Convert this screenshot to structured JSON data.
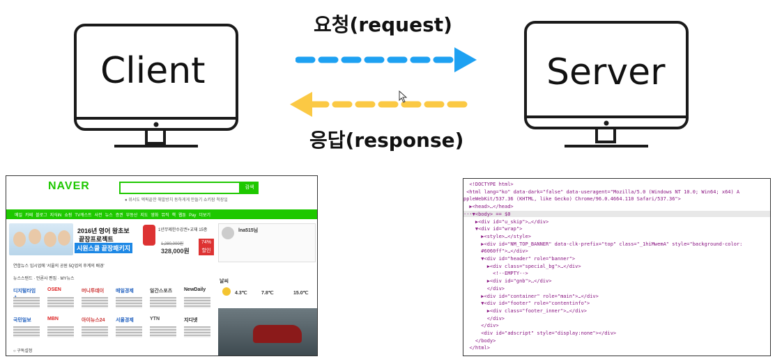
{
  "diagram": {
    "client_label": "Client",
    "server_label": "Server",
    "request_label": "요청(request)",
    "response_label": "응답(response)",
    "colors": {
      "request_arrow": "#1ea1f2",
      "response_arrow": "#fbc944",
      "monitor": "#1a1a1a"
    }
  },
  "naver": {
    "logo": "NAVER",
    "search_button": "검색",
    "suggest": "● 위서도 엑픽끝한 해발방치   동하게게 만들기   쇼키잠 척장일",
    "menu": [
      "메일",
      "카페",
      "블로그",
      "지식iN",
      "쇼핑",
      "TV캐스트",
      "사전",
      "뉴스",
      "증권",
      "부동산",
      "지도",
      "영화",
      "뮤직",
      "책",
      "웹툰",
      "Pay",
      "더보기"
    ],
    "ad_title": "2016년 영어 왕초보",
    "ad_subtitle": "끝장프로젝트",
    "ad_package": "시원스쿨 끝장패키지",
    "ad_promo": "1년무제한수강권+교재 15종",
    "ad_price_old": "1,280,000원",
    "ad_price_new": "328,000원",
    "ad_discount": "74% 할인",
    "login_user": "lna515님",
    "news_headline": "연합뉴스  입시업에 '서울의 공원 5Q업의 후계의 배경'",
    "news_tabs": "뉴스스탠드 · 언론사 편집 · MY뉴스",
    "press_row1": [
      "디지털타임스",
      "OSEN",
      "머니투데이",
      "매일경제",
      "일간스포츠",
      "NewDaily"
    ],
    "press_row2": [
      "국민일보",
      "MBN",
      "아이뉴스24",
      "서울경제",
      "YTN",
      "지디넷"
    ],
    "weather_title": "날씨",
    "weather_temp1": "4.3℃",
    "weather_temp2": "7.8℃",
    "weather_temp3": "15.0℃",
    "footer": "○ 구독설정"
  },
  "code": {
    "lines": [
      "  <!DOCTYPE html>",
      " <html lang=\"ko\" data-dark=\"false\" data-useragent=\"Mozilla/5.0 (Windows NT 10.0; Win64; x64) A",
      "ppleWebKit/537.36 (KHTML, like Gecko) Chrome/96.0.4664.110 Safari/537.36\">",
      "  ▶<head>…</head>",
      "···▼<body> == $0",
      "    ▶<div id=\"u_skip\">…</div>",
      "    ▼<div id=\"wrap\">",
      "      ▶<style>…</style>",
      "      ▶<div id=\"NM_TOP_BANNER\" data-clk-prefix=\"top\" class=\"_1hiMwemA\" style=\"background-color:",
      "      #6060ff\">…</div>",
      "      ▼<div id=\"header\" role=\"banner\">",
      "        ▶<div class=\"special_bg\">…</div>",
      "          <!--EMPTY-->",
      "        ▶<div id=\"gnb\">…</div>",
      "        </div>",
      "      ▶<div id=\"container\" role=\"main\">…</div>",
      "      ▼<div id=\"footer\" role=\"contentinfo\">",
      "        ▶<div class=\"footer_inner\">…</div>",
      "        </div>",
      "      </div>",
      "      <div id=\"adscript\" style=\"display:none\"></div>",
      "    </body>",
      "  </html>"
    ]
  }
}
